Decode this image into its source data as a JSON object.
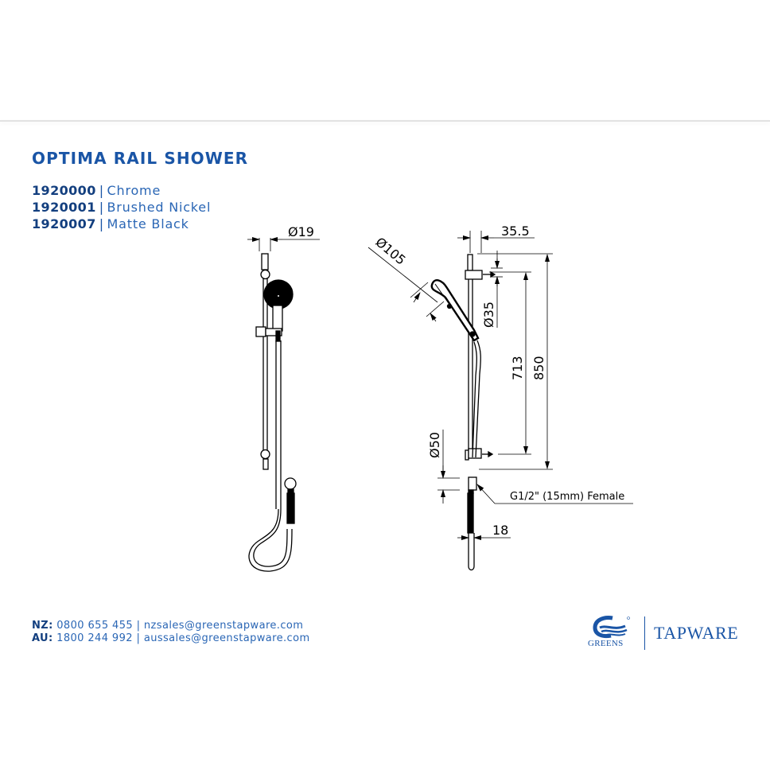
{
  "product": {
    "title": "OPTIMA RAIL SHOWER",
    "variants": [
      {
        "code": "1920000",
        "separator": "|",
        "finish": "Chrome"
      },
      {
        "code": "1920001",
        "separator": "|",
        "finish": "Brushed Nickel"
      },
      {
        "code": "1920007",
        "separator": "|",
        "finish": "Matte Black"
      }
    ]
  },
  "drawing": {
    "front_view": {
      "rail_diameter": "Ø19"
    },
    "side_view": {
      "rail_offset": "35.5",
      "handset_diameter": "Ø105",
      "bracket_diameter": "Ø35",
      "bracket_spacing": "713",
      "rail_length": "850",
      "elbow_diameter": "Ø50",
      "connection_note": "G1/2\" (15mm) Female",
      "hose_width": "18"
    }
  },
  "contact": [
    {
      "region": "NZ:",
      "phone": "0800 655 455",
      "separator": "|",
      "email": "nzsales@greenstapware.com"
    },
    {
      "region": "AU:",
      "phone": "1800 244 992",
      "separator": "|",
      "email": "aussales@greenstapware.com"
    }
  ],
  "brand": {
    "logo_name": "GREENS",
    "division": "TAPWARE",
    "primary_color": "#1a55a6",
    "dark_color": "#133f7f"
  }
}
